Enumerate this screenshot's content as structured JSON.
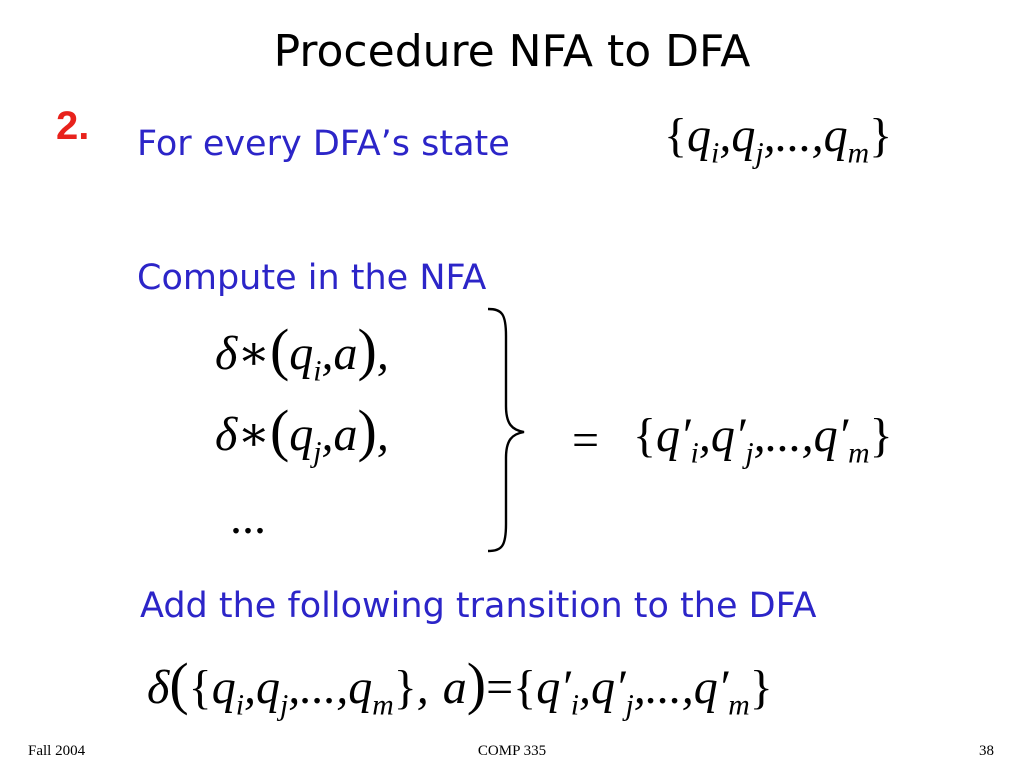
{
  "slide": {
    "title": "Procedure NFA to DFA",
    "step_number": "2.",
    "step_text": "For every DFA’s state",
    "compute_text": "Compute in the NFA",
    "add_text": "Add the following transition to the DFA",
    "ellipsis": "...",
    "equals": "=",
    "accent_color": "#2c25c8",
    "number_color": "#e8221c"
  },
  "footer": {
    "left": "Fall 2004",
    "center": "COMP 335",
    "right": "38"
  }
}
